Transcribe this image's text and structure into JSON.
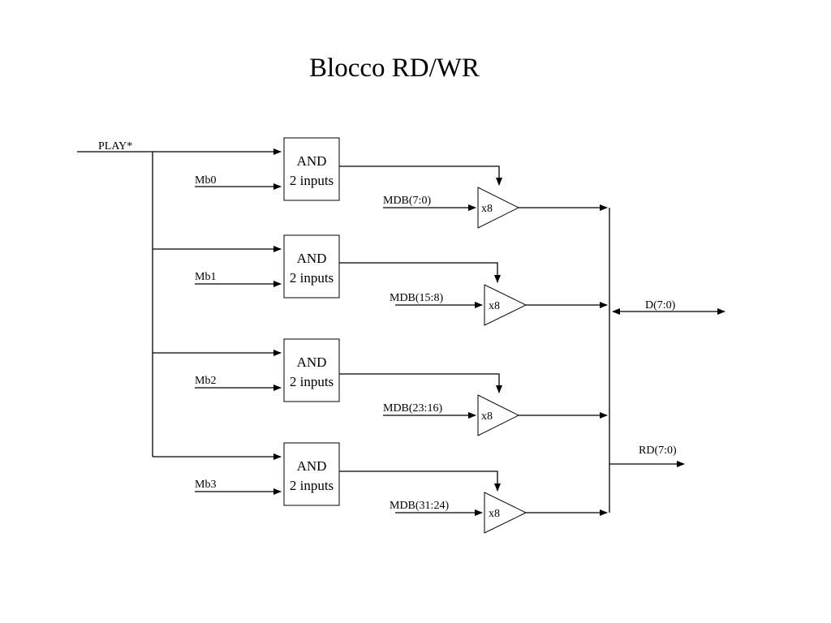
{
  "title": "Blocco RD/WR",
  "play_label": "PLAY*",
  "gates": [
    {
      "label_top": "AND",
      "label_bottom": "2 inputs",
      "mb": "Mb0",
      "mdb": "MDB(7:0)",
      "buffer": "x8"
    },
    {
      "label_top": "AND",
      "label_bottom": "2 inputs",
      "mb": "Mb1",
      "mdb": "MDB(15:8)",
      "buffer": "x8"
    },
    {
      "label_top": "AND",
      "label_bottom": "2 inputs",
      "mb": "Mb2",
      "mdb": "MDB(23:16)",
      "buffer": "x8"
    },
    {
      "label_top": "AND",
      "label_bottom": "2 inputs",
      "mb": "Mb3",
      "mdb": "MDB(31:24)",
      "buffer": "x8"
    }
  ],
  "outputs": {
    "d": "D(7:0)",
    "rd": "RD(7:0)"
  }
}
